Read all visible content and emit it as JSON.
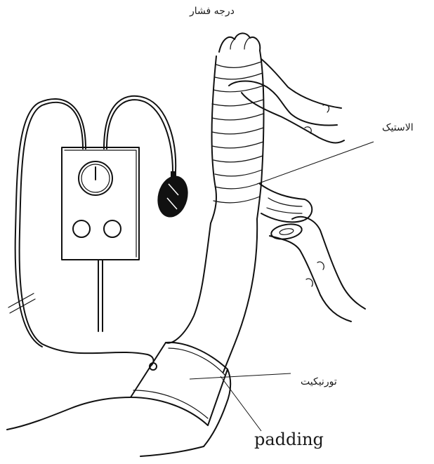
{
  "labels": {
    "pressure_gauge": "درجه فشار",
    "elastic": "الاستیک",
    "tourniquet": "تورنیکیت",
    "padding": "padding"
  },
  "colors": {
    "ink": "#111111",
    "background": "#ffffff"
  }
}
